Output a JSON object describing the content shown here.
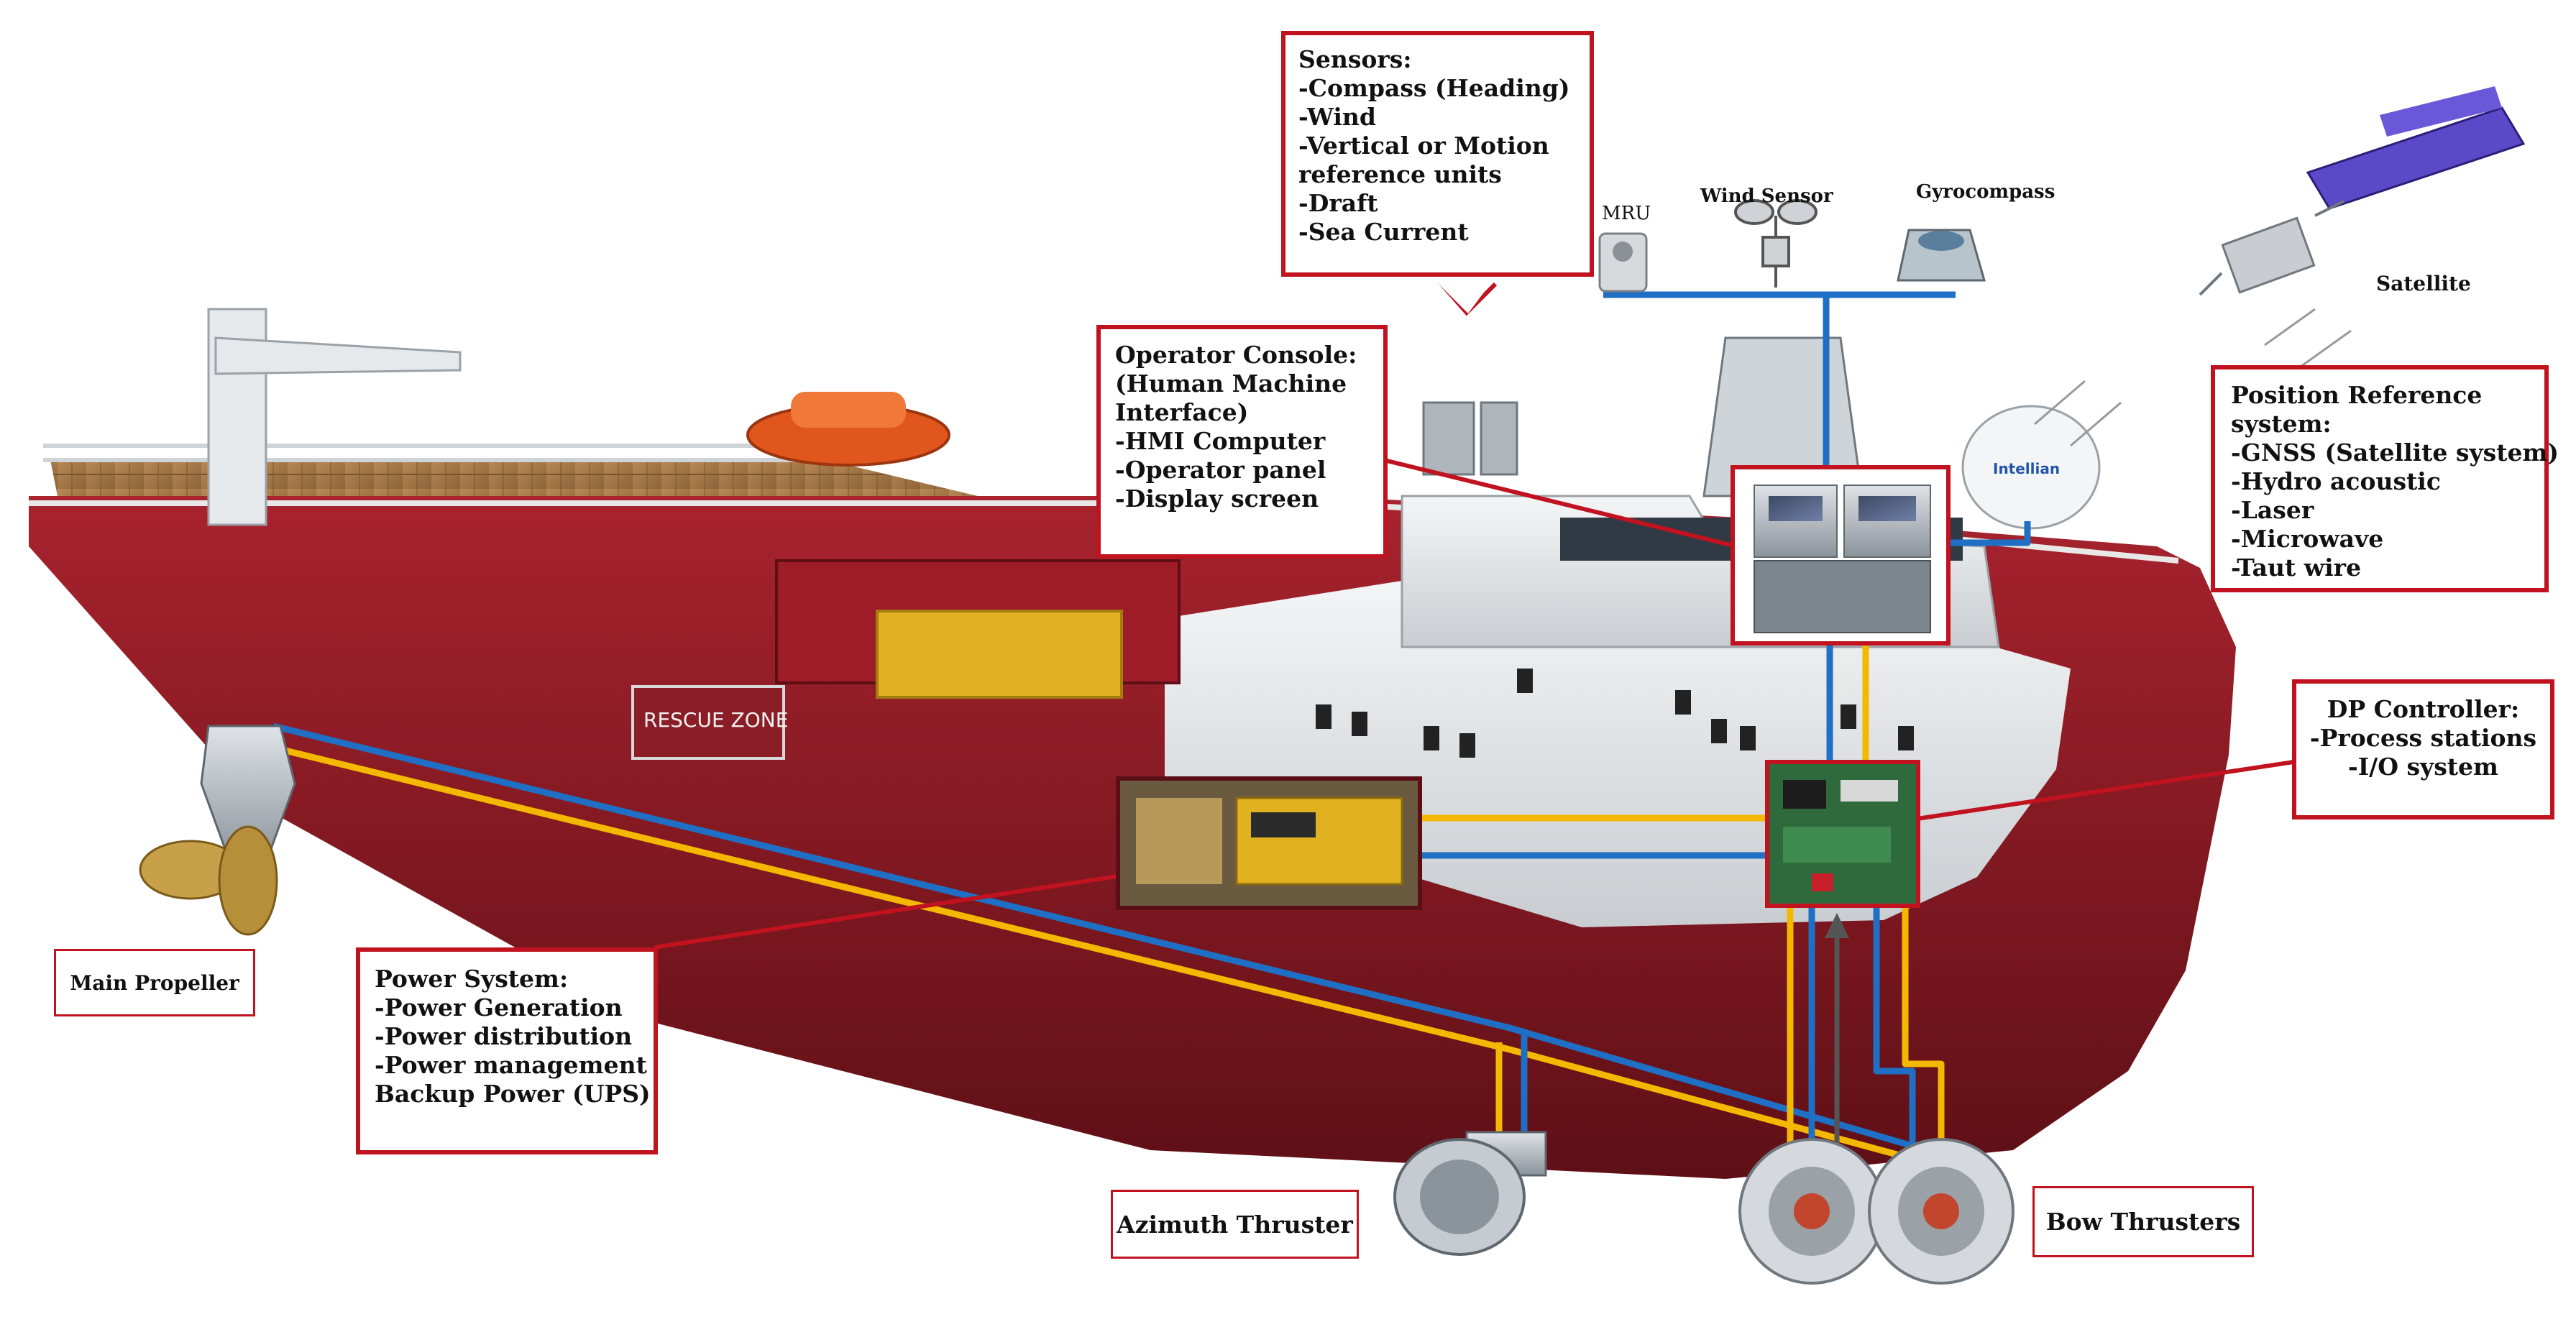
{
  "sensors_box": {
    "title": "Sensors:",
    "items": [
      "-Compass (Heading)",
      "-Wind",
      "-Vertical or Motion",
      "reference units",
      "-Draft",
      "-Sea Current"
    ]
  },
  "operator_box": {
    "title": "Operator Console:",
    "items": [
      "(Human Machine",
      "Interface)",
      "-HMI Computer",
      "-Operator panel",
      "-Display screen"
    ]
  },
  "position_box": {
    "title": "Position Reference",
    "items": [
      "system:",
      "-GNSS (Satellite system)",
      "-Hydro acoustic",
      "-Laser",
      "-Microwave",
      "-Taut wire"
    ]
  },
  "dp_box": {
    "title": "DP Controller:",
    "items": [
      "-Process stations",
      "-I/O system"
    ]
  },
  "power_box": {
    "title": "Power System:",
    "items": [
      "-Power Generation",
      "-Power distribution",
      "-Power management",
      "Backup Power (UPS)"
    ]
  },
  "labels": {
    "main_propeller": "Main Propeller",
    "azimuth_thruster": "Azimuth Thruster",
    "bow_thrusters": "Bow Thrusters",
    "mru": "MRU",
    "wind_sensor": "Wind Sensor",
    "gyrocompass": "Gyrocompass",
    "satellite": "Satellite",
    "rescue_zone": "RESCUE ZONE",
    "intellian": "Intellian"
  },
  "colors": {
    "box_border": "#c1121f",
    "signal_line": "#1f6fc4",
    "power_line": "#f5b800",
    "hull_red": "#8e1b24",
    "hull_white": "#e9ebed"
  }
}
